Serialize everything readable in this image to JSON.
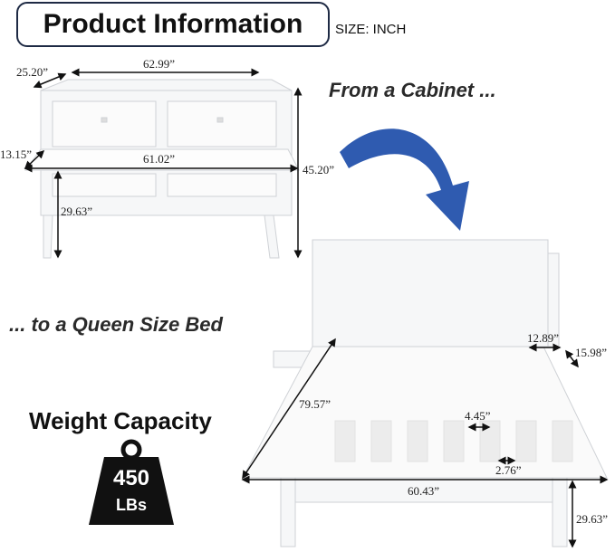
{
  "header": {
    "title": "Product Information",
    "unit": "SIZE: INCH"
  },
  "captions": {
    "from": "From a Cabinet ...",
    "to": "... to a Queen Size Bed"
  },
  "weight": {
    "label": "Weight Capacity",
    "value": "450",
    "unit": "LBs"
  },
  "cabinet_dims": {
    "depth": "25.20”",
    "width": "62.99”",
    "table_depth": "13.15”",
    "table_width": "61.02”",
    "height": "45.20”",
    "table_height": "29.63”"
  },
  "bed_dims": {
    "shelf_width": "12.89”",
    "shelf_depth": "15.98”",
    "length": "79.57”",
    "slat_gap": "4.45”",
    "slat_width": "2.76”",
    "width": "60.43”",
    "height": "29.63”"
  },
  "colors": {
    "arrow": "#2f5bb0",
    "title_border": "#1e2a44"
  }
}
